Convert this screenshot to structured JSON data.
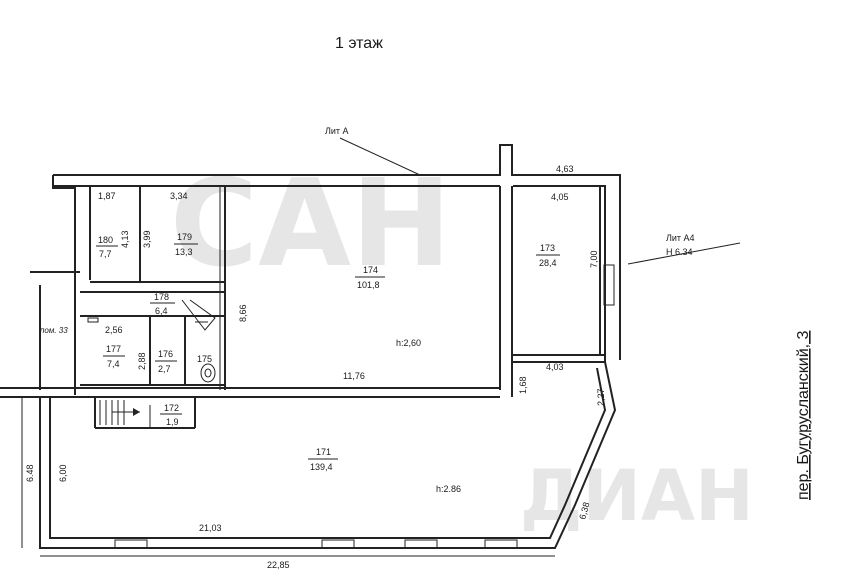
{
  "plan": {
    "title": "1 этаж",
    "street": "пер. Бугурусланский, 3",
    "lit_a": "Лит А",
    "lit_a4": "Лит А4",
    "lit_a4_height": "Н 6.34",
    "pom33": "пом. 33",
    "rooms": {
      "r180": {
        "num": "180",
        "area": "7,7"
      },
      "r179": {
        "num": "179",
        "area": "13,3"
      },
      "r174": {
        "num": "174",
        "area": "101,8",
        "height": "h:2,60"
      },
      "r173": {
        "num": "173",
        "area": "28,4"
      },
      "r178": {
        "num": "178",
        "area": "6,4"
      },
      "r177": {
        "num": "177",
        "area": "7,4"
      },
      "r176": {
        "num": "176",
        "area": "2,7"
      },
      "r175": {
        "num": "175"
      },
      "r172": {
        "num": "172",
        "area": "1,9"
      },
      "r171": {
        "num": "171",
        "area": "139,4",
        "height": "h:2.86"
      }
    },
    "dims": {
      "d187": "1,87",
      "d413": "4,13",
      "d334": "3,34",
      "d399": "3,99",
      "d463": "4,63",
      "d405": "4,05",
      "d700": "7,00",
      "d866": "8,66",
      "d256": "2,56",
      "d288": "2,88",
      "d1176": "11,76",
      "d168": "1,68",
      "d403": "4,03",
      "d227": "2,27",
      "d648": "6.48",
      "d600": "6,00",
      "d2103": "21,03",
      "d2285": "22,85",
      "d638": "6,38"
    }
  }
}
